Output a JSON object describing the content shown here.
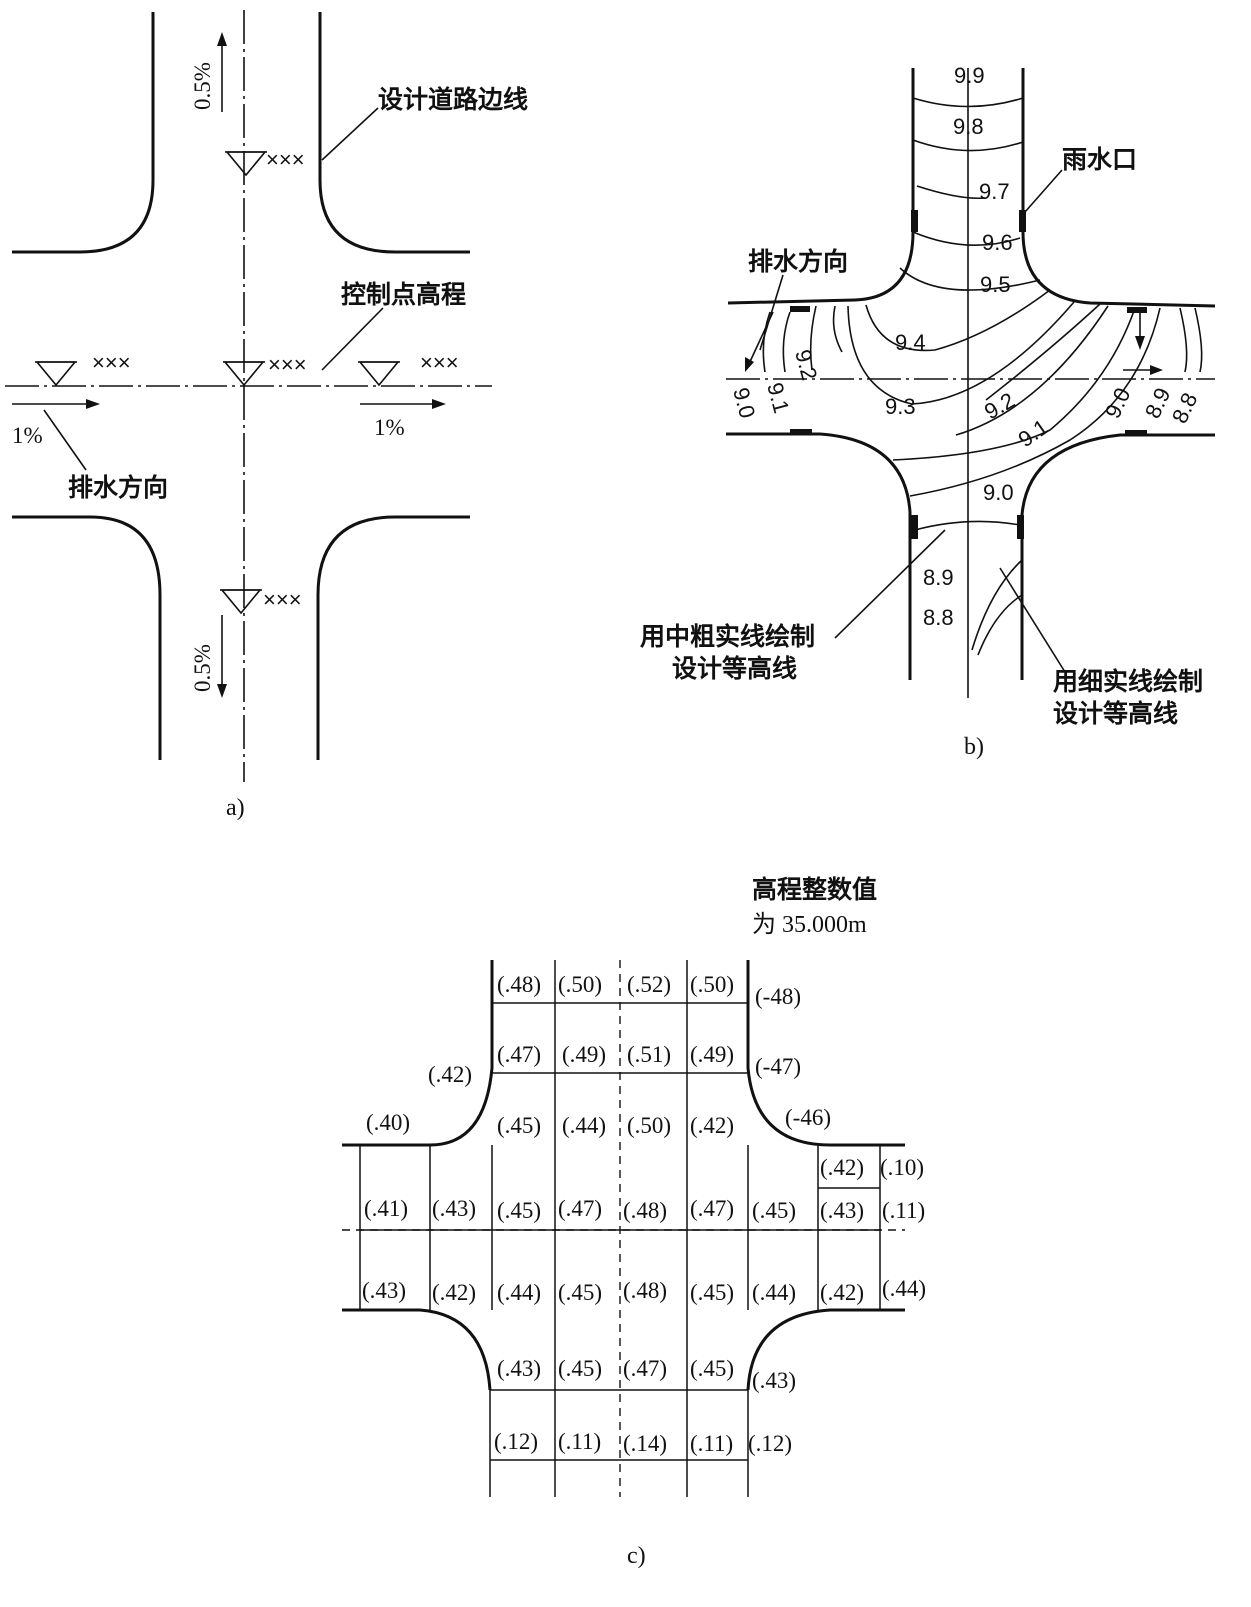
{
  "panel_a": {
    "caption": "a)",
    "slope_top": "0.5%",
    "slope_bottom": "0.5%",
    "slope_left": "1%",
    "slope_right": "1%",
    "label_road_edge": "设计道路边线",
    "label_control_point": "控制点高程",
    "label_drain_direction": "排水方向",
    "elev_marks": [
      "×××",
      "×××",
      "×××",
      "×××",
      "×××"
    ]
  },
  "panel_b": {
    "caption": "b)",
    "label_drain_direction": "排水方向",
    "label_inlet": "雨水口",
    "label_medium_line": [
      "用中粗实线绘制",
      "设计等高线"
    ],
    "label_thin_line": [
      "用细实线绘制",
      "设计等高线"
    ],
    "contours_top": [
      "9.9",
      "9.8",
      "9.7",
      "9.6",
      "9.5",
      "9.4",
      "9.3"
    ],
    "contours_left": [
      "9.2",
      "9.1",
      "9.0"
    ],
    "contours_center": [
      "9.2",
      "9.1",
      "9.0"
    ],
    "contours_right": [
      "9.0",
      "8.9",
      "8.8"
    ],
    "contours_bottom": [
      "8.9",
      "8.8"
    ]
  },
  "panel_c": {
    "caption": "c)",
    "note": [
      "高程整数值",
      "为 35.000m"
    ],
    "row_top1": [
      "(.48)",
      "(.50)",
      "(.52)",
      "(.50)",
      "(-48)"
    ],
    "row_top2": [
      "(.42)",
      "(.47)",
      "(.49)",
      "(.51)",
      "(.49)",
      "(-47)"
    ],
    "row_top3": [
      "(.40)",
      "(.45)",
      "(.44)",
      "(.50)",
      "(.42)",
      "(-46)"
    ],
    "row_mid0": [
      "(.42)",
      "(.10)"
    ],
    "row_mid1": [
      "(.41)",
      "(.43)",
      "(.45)",
      "(.47)",
      "(.48)",
      "(.47)",
      "(.45)",
      "(.43)",
      "(.11)"
    ],
    "row_mid2": [
      "(.43)",
      "(.42)",
      "(.44)",
      "(.45)",
      "(.48)",
      "(.45)",
      "(.44)",
      "(.42)",
      "(.44)"
    ],
    "row_bot1": [
      "(.43)",
      "(.45)",
      "(.47)",
      "(.45)",
      "(.43)"
    ],
    "row_bot2": [
      "(.12)",
      "(.11)",
      "(.14)",
      "(.11)",
      "(.12)"
    ]
  }
}
